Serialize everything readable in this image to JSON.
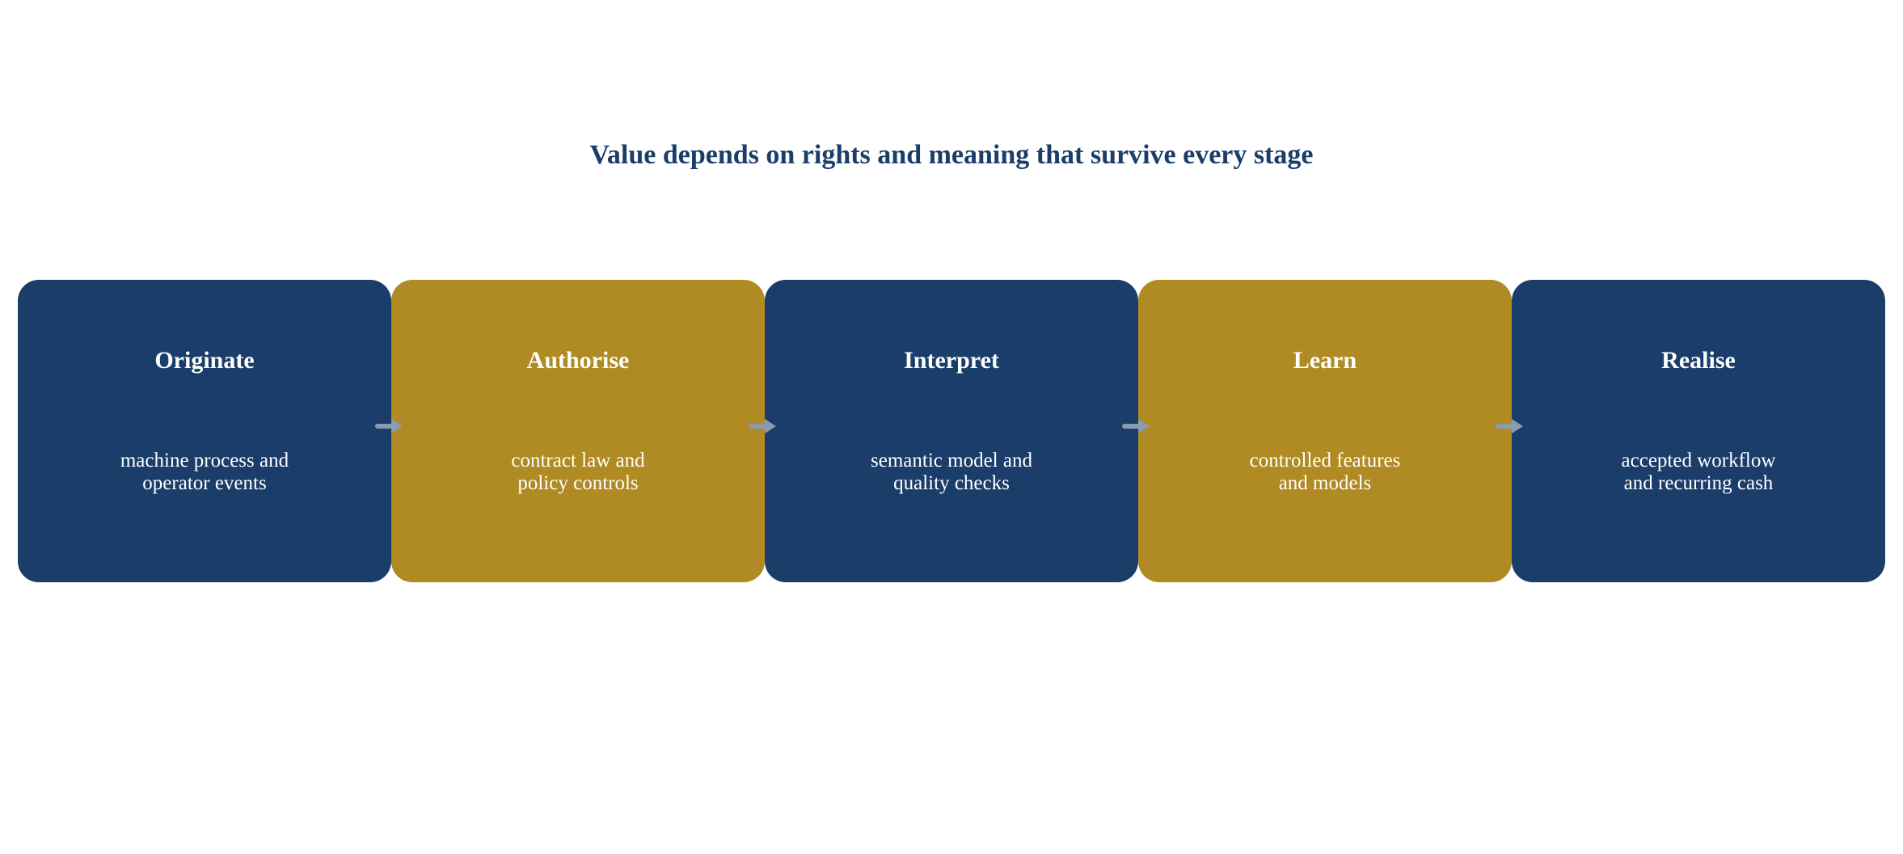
{
  "diagram": {
    "title": "Value depends on rights and meaning that survive every stage",
    "colors": {
      "title": "#1a3d6a",
      "navy": "#1a3d6a",
      "gold": "#b08a22",
      "arrow": "#8a9bb2",
      "text_on_box": "#ffffff"
    },
    "stages": [
      {
        "title": "Originate",
        "desc": [
          "machine process and",
          "operator events"
        ],
        "color": "navy"
      },
      {
        "title": "Authorise",
        "desc": [
          "contract law and",
          "policy controls"
        ],
        "color": "gold"
      },
      {
        "title": "Interpret",
        "desc": [
          "semantic model and",
          "quality checks"
        ],
        "color": "navy"
      },
      {
        "title": "Learn",
        "desc": [
          "controlled features",
          "and models"
        ],
        "color": "gold"
      },
      {
        "title": "Realise",
        "desc": [
          "accepted workflow",
          "and recurring cash"
        ],
        "color": "navy"
      }
    ],
    "connector_icon": "right-arrow-icon"
  }
}
